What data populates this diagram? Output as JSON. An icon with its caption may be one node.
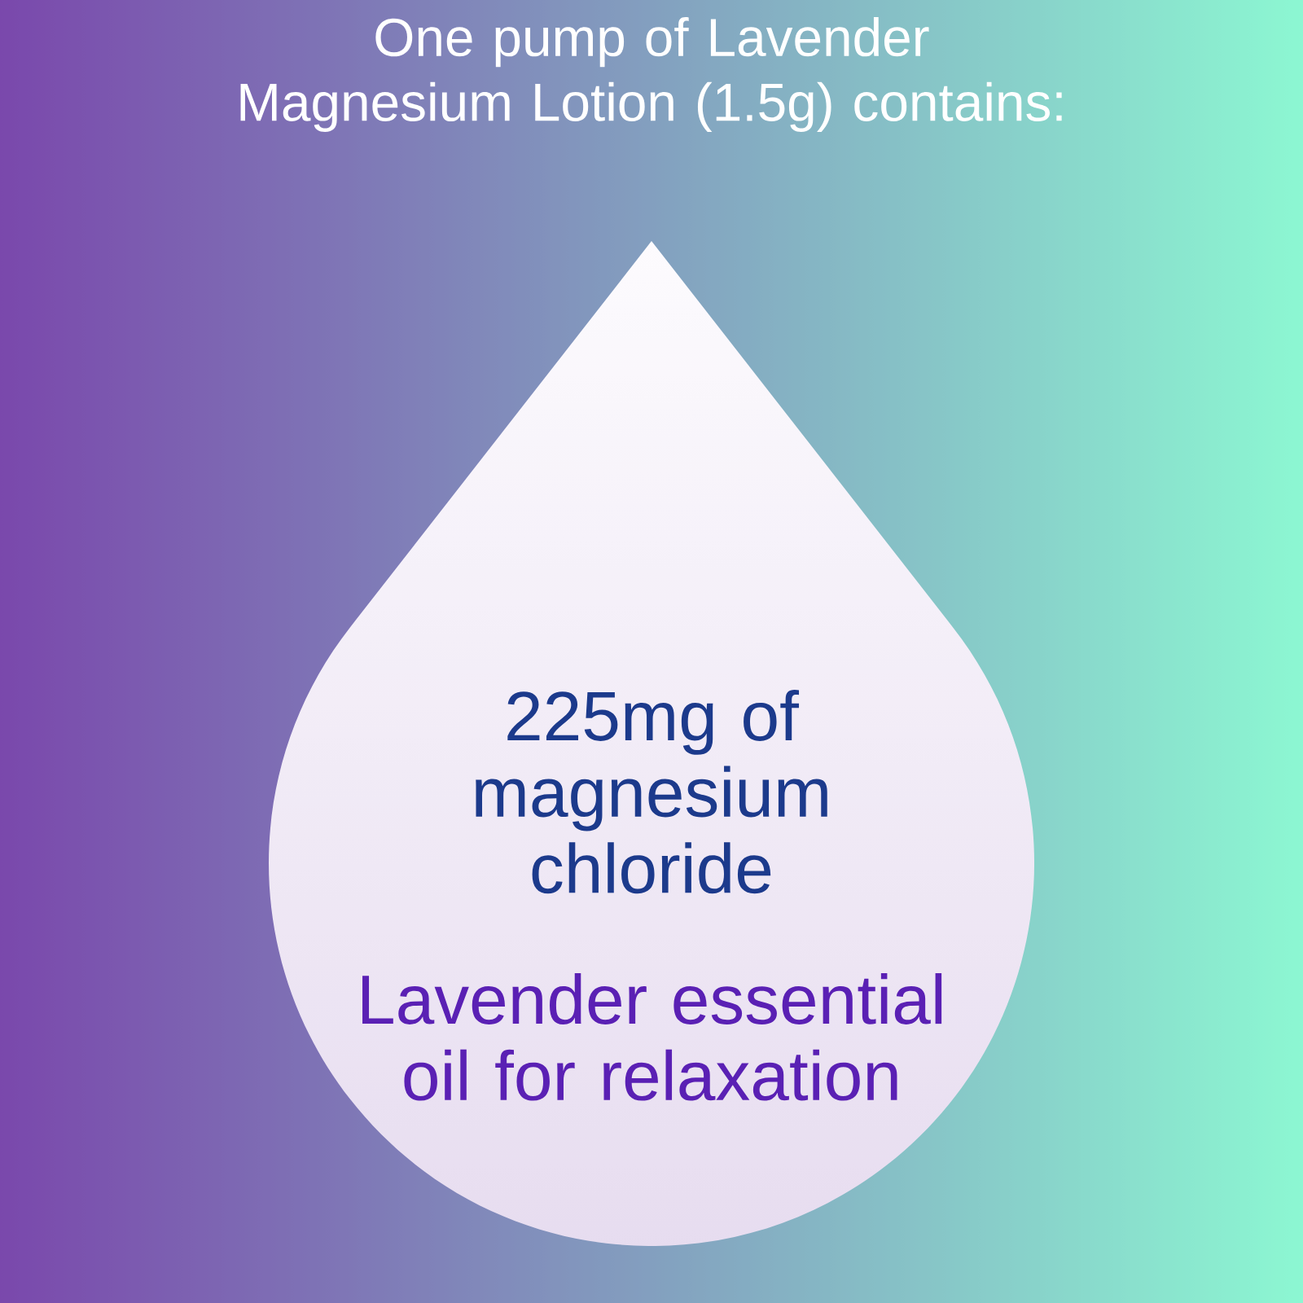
{
  "diagram": {
    "title": "One pump of Lavender Magnesium Lotion (1.5g) contains:",
    "nodes": [
      {
        "text": [
          "225mg of magnesium chloride",
          "Lavender essential oil for relaxation"
        ]
      }
    ]
  }
}
